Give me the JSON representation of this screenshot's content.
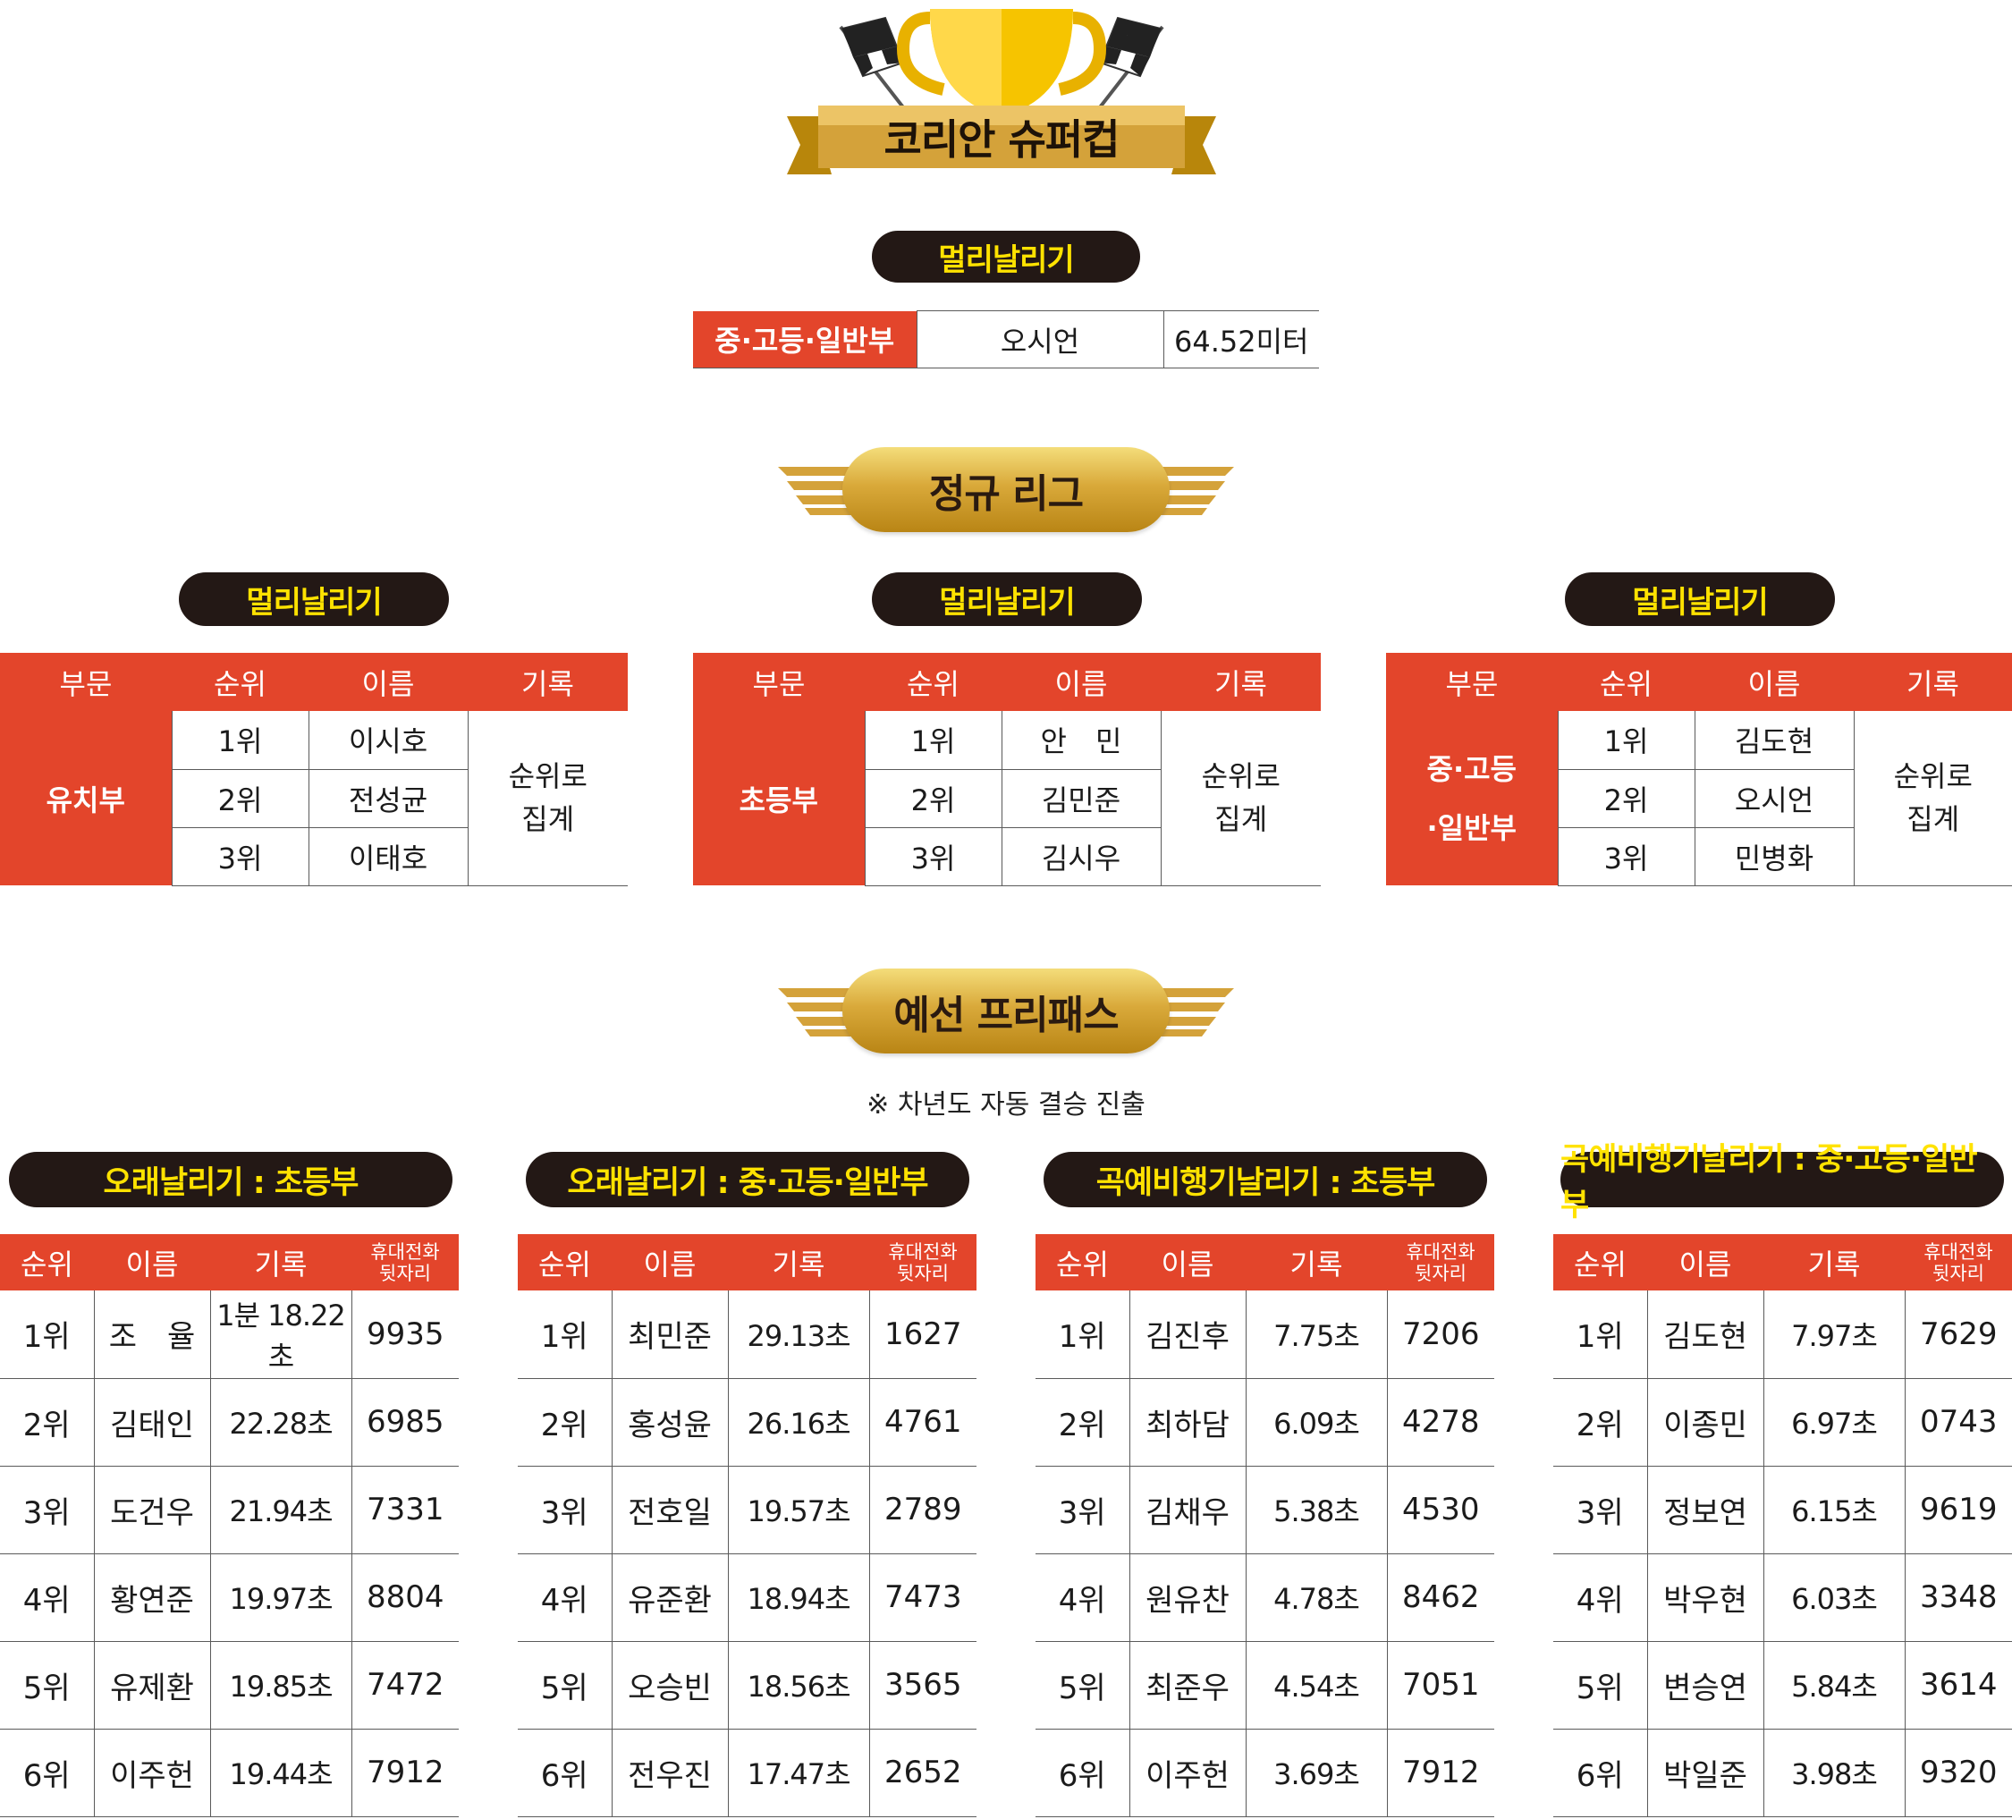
{
  "header": {
    "title": "코리안 슈퍼컵",
    "banner_color": "#c99a2e"
  },
  "supercup": {
    "event": "멀리날리기",
    "division": "중·고등·일반부",
    "name": "오시언",
    "record": "64.52미터"
  },
  "regular_league": {
    "title": "정규 리그",
    "tables": [
      {
        "event": "멀리날리기",
        "headers": [
          "부문",
          "순위",
          "이름",
          "기록"
        ],
        "division": [
          "유치부"
        ],
        "rows": [
          [
            "1위",
            "이시호"
          ],
          [
            "2위",
            "전성균"
          ],
          [
            "3위",
            "이태호"
          ]
        ],
        "record": [
          "순위로",
          "집계"
        ]
      },
      {
        "event": "멀리날리기",
        "headers": [
          "부문",
          "순위",
          "이름",
          "기록"
        ],
        "division": [
          "초등부"
        ],
        "rows": [
          [
            "1위",
            "안　민"
          ],
          [
            "2위",
            "김민준"
          ],
          [
            "3위",
            "김시우"
          ]
        ],
        "record": [
          "순위로",
          "집계"
        ]
      },
      {
        "event": "멀리날리기",
        "headers": [
          "부문",
          "순위",
          "이름",
          "기록"
        ],
        "division": [
          "중·고등",
          "·일반부"
        ],
        "rows": [
          [
            "1위",
            "김도현"
          ],
          [
            "2위",
            "오시언"
          ],
          [
            "3위",
            "민병화"
          ]
        ],
        "record": [
          "순위로",
          "집계"
        ]
      }
    ]
  },
  "prelim_free_pass": {
    "title": "예선 프리패스",
    "note": "※ 차년도 자동 결승 진출",
    "tables": [
      {
        "event": "오래날리기 : 초등부",
        "headers": [
          "순위",
          "이름",
          "기록",
          "휴대전화",
          "뒷자리"
        ],
        "rows": [
          [
            "1위",
            "조　율",
            "1분 18.22초",
            "9935"
          ],
          [
            "2위",
            "김태인",
            "22.28초",
            "6985"
          ],
          [
            "3위",
            "도건우",
            "21.94초",
            "7331"
          ],
          [
            "4위",
            "황연준",
            "19.97초",
            "8804"
          ],
          [
            "5위",
            "유제환",
            "19.85초",
            "7472"
          ],
          [
            "6위",
            "이주헌",
            "19.44초",
            "7912"
          ]
        ]
      },
      {
        "event": "오래날리기 : 중·고등·일반부",
        "headers": [
          "순위",
          "이름",
          "기록",
          "휴대전화",
          "뒷자리"
        ],
        "rows": [
          [
            "1위",
            "최민준",
            "29.13초",
            "1627"
          ],
          [
            "2위",
            "홍성윤",
            "26.16초",
            "4761"
          ],
          [
            "3위",
            "전호일",
            "19.57초",
            "2789"
          ],
          [
            "4위",
            "유준환",
            "18.94초",
            "7473"
          ],
          [
            "5위",
            "오승빈",
            "18.56초",
            "3565"
          ],
          [
            "6위",
            "전우진",
            "17.47초",
            "2652"
          ]
        ]
      },
      {
        "event": "곡예비행기날리기 : 초등부",
        "headers": [
          "순위",
          "이름",
          "기록",
          "휴대전화",
          "뒷자리"
        ],
        "rows": [
          [
            "1위",
            "김진후",
            "7.75초",
            "7206"
          ],
          [
            "2위",
            "최하담",
            "6.09초",
            "4278"
          ],
          [
            "3위",
            "김채우",
            "5.38초",
            "4530"
          ],
          [
            "4위",
            "원유찬",
            "4.78초",
            "8462"
          ],
          [
            "5위",
            "최준우",
            "4.54초",
            "7051"
          ],
          [
            "6위",
            "이주헌",
            "3.69초",
            "7912"
          ]
        ]
      },
      {
        "event": "곡예비행기날리기 : 중·고등·일반부",
        "headers": [
          "순위",
          "이름",
          "기록",
          "휴대전화",
          "뒷자리"
        ],
        "rows": [
          [
            "1위",
            "김도현",
            "7.97초",
            "7629"
          ],
          [
            "2위",
            "이종민",
            "6.97초",
            "0743"
          ],
          [
            "3위",
            "정보연",
            "6.15초",
            "9619"
          ],
          [
            "4위",
            "박우현",
            "6.03초",
            "3348"
          ],
          [
            "5위",
            "변승연",
            "5.84초",
            "3614"
          ],
          [
            "6위",
            "박일준",
            "3.98초",
            "9320"
          ]
        ]
      }
    ]
  },
  "colors": {
    "accent_red": "#e3452b",
    "pill_dark": "#231815",
    "pill_text": "#ffe200",
    "gold": "#d9a93a"
  }
}
